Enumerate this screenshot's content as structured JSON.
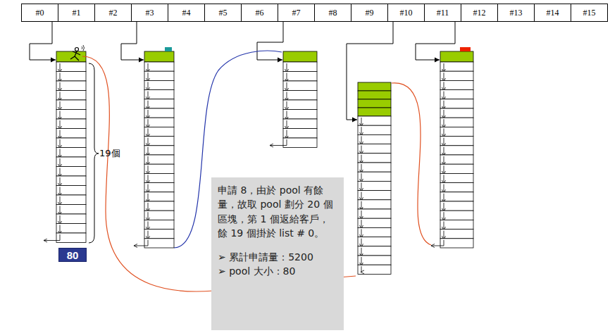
{
  "diagram": {
    "nodes": [
      {
        "text": [
          "#0"
        ]
      },
      {
        "text": [
          "#1"
        ]
      },
      {
        "text": [
          "#2"
        ]
      },
      {
        "text": [
          "#3"
        ]
      },
      {
        "text": [
          "#4"
        ]
      },
      {
        "text": [
          "#5"
        ]
      },
      {
        "text": [
          "#6"
        ]
      },
      {
        "text": [
          "#7"
        ]
      },
      {
        "text": [
          "#8"
        ]
      },
      {
        "text": [
          "#9"
        ]
      },
      {
        "text": [
          "#10"
        ]
      },
      {
        "text": [
          "#11"
        ]
      },
      {
        "text": [
          "#12"
        ]
      },
      {
        "text": [
          "#13"
        ]
      },
      {
        "text": [
          "#14"
        ]
      },
      {
        "text": [
          "#15"
        ]
      },
      {
        "text": [
          "80"
        ]
      },
      {
        "text": [
          "申請 8，由於 pool 有餘量，故取 pool 劃分 20 個區塊，第 1 個返給客戶，餘 19 個掛於 list # 0。",
          "➢ 累計申請量：5200",
          "➢ pool 大小：80"
        ]
      }
    ],
    "labels": [
      "19個"
    ]
  }
}
